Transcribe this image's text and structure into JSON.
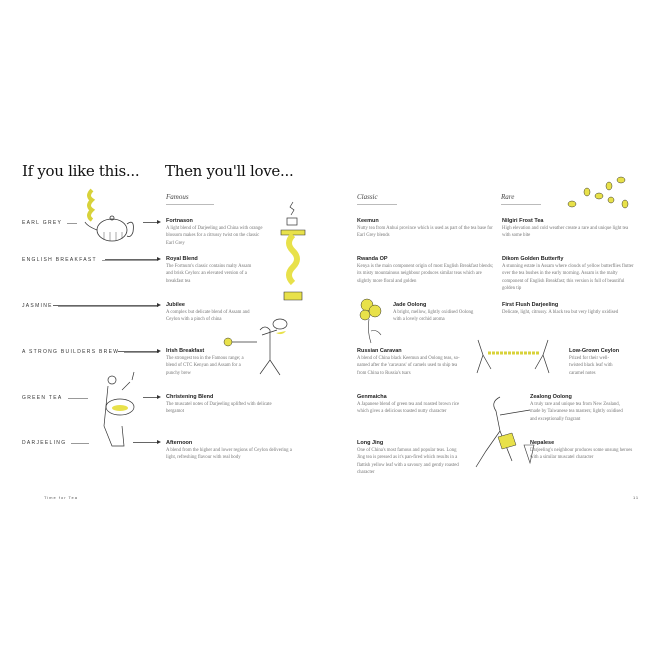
{
  "left_page": {
    "heading_left": "If you like this...",
    "heading_right": "Then you'll love...",
    "section": "Famous",
    "rows": [
      {
        "label": "Earl Grey",
        "title": "Fortnason",
        "desc": "A light blend of Darjeeling and China with orange blossom makes for a citrussy twist on the classic Earl Grey"
      },
      {
        "label": "English Breakfast",
        "title": "Royal Blend",
        "desc": "The Fortnum's classic contains malty Assam and brisk Ceylon: an elevated version of a breakfast tea"
      },
      {
        "label": "Jasmine",
        "title": "Jubilee",
        "desc": "A complex but delicate blend of Assam and Ceylon with a pinch of china"
      },
      {
        "label": "A Strong Builders Brew",
        "title": "Irish Breakfast",
        "desc": "The strongest tea in the Famous range; a blend of CTC Kenyan and Assam for a punchy brew"
      },
      {
        "label": "Green Tea",
        "title": "Christening Blend",
        "desc": "The muscatel notes of Darjeeling uplifted with delicate bergamot"
      },
      {
        "label": "Darjeeling",
        "title": "Afternoon",
        "desc": "A blend from the higher and lower regions of Ceylon delivering a light, refreshing flavour with real body"
      }
    ],
    "footer": "Time for Tea"
  },
  "right_page": {
    "section_classic": "Classic",
    "section_rare": "Rare",
    "classic": [
      {
        "title": "Keemun",
        "desc": "Nutty tea from Anhui province which is used as part of the tea base for Earl Grey blends"
      },
      {
        "title": "Rwanda OP",
        "desc": "Kenya is the main component origin of most English Breakfast blends; its misty mountainous neighbour produces similar teas which are slightly more floral and golden"
      },
      {
        "title": "Jade Oolong",
        "desc": "A bright, mellow, lightly oxidised Oolong with a lovely orchid aroma"
      },
      {
        "title": "Russian Caravan",
        "desc": "A blend of China black Keemun and Oolong teas, so-named after the 'caravans' of camels used to ship tea from China to Russia's tsars"
      },
      {
        "title": "Genmaicha",
        "desc": "A Japanese blend of green tea and roasted brown rice which gives a delicious toasted nutty character"
      },
      {
        "title": "Long Jing",
        "desc": "One of China's most famous and popular teas. Long Jing tea is pressed as it's pan-fired which results in a flattish yellow leaf with a savoury and gently roasted character"
      }
    ],
    "rare": [
      {
        "title": "Nilgiri Frost Tea",
        "desc": "High elevation and cold weather create a rare and unique light tea with some bite"
      },
      {
        "title": "Dikom Golden Butterfly",
        "desc": "A stunning estate in Assam where clouds of yellow butterflies flutter over the tea bushes in the early morning. Assam is the malty component of English Breakfast; this version is full of beautiful golden tip"
      },
      {
        "title": "First Flush Darjeeling",
        "desc": "Delicate, light, citrussy. A black tea but very lightly oxidised"
      },
      {
        "title": "Low-Grown Ceylon",
        "desc": "Prized for their well-twisted black leaf with caramel notes"
      },
      {
        "title": "Zealong Oolong",
        "desc": "A truly rare and unique tea from New Zealand, made by Taiwanese tea masters; lightly oxidised and exceptionally fragrant"
      },
      {
        "title": "Nepalese",
        "desc": "Darjeeling's neighbour produces some unsung heroes with a similar muscatel character"
      }
    ],
    "page_number": "11"
  },
  "colors": {
    "accent_yellow": "#e8e14a"
  }
}
